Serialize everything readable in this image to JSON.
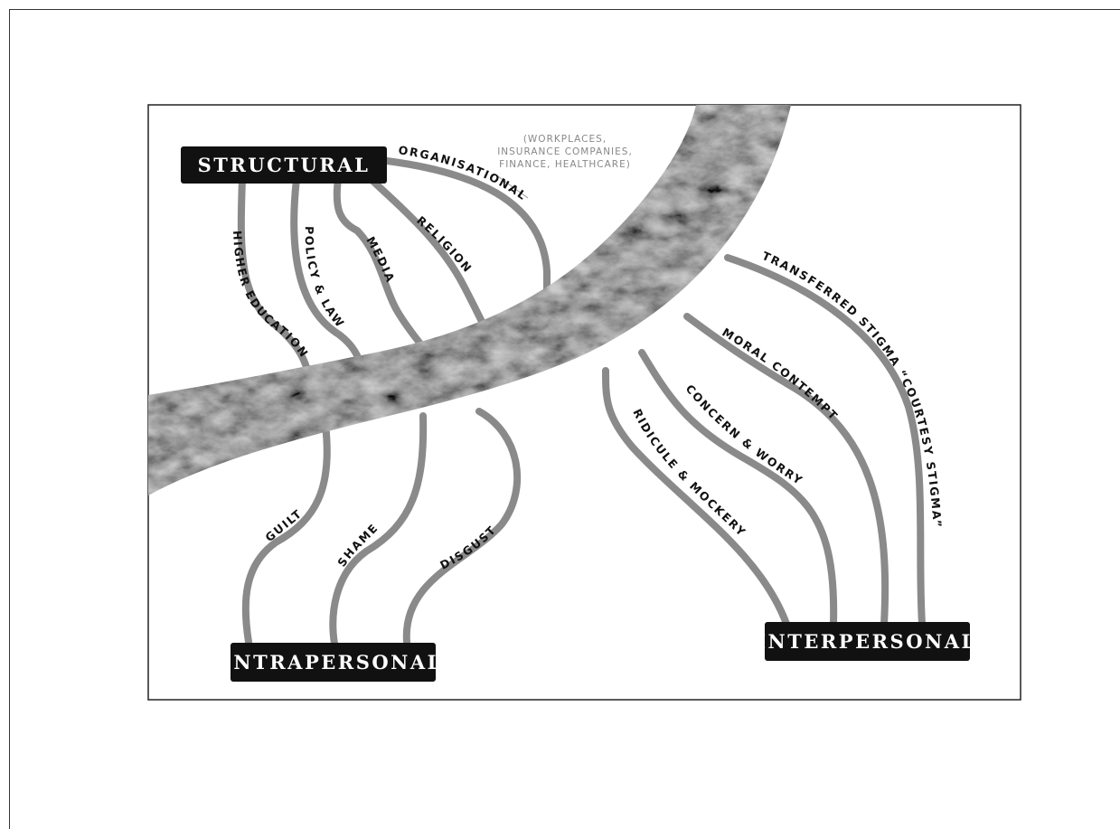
{
  "nodes": {
    "structural": "STRUCTURAL",
    "intrapersonal": "INTRAPERSONAL",
    "interpersonal": "INTERPERSONAL"
  },
  "paths": {
    "higher_education": "HIGHER EDUCATION",
    "policy_law": "POLICY & LAW",
    "media": "MEDIA",
    "religion": "RELIGION",
    "organisational": "ORGANISATIONAL",
    "guilt": "GUILT",
    "shame": "SHAME",
    "disgust": "DISGUST",
    "ridicule_mockery": "RIDICULE & MOCKERY",
    "concern_worry": "CONCERN & WORRY",
    "moral_contempt": "MORAL CONTEMPT",
    "transferred_stigma": "TRANSFERRED STIGMA “COURTESY STIGMA”"
  },
  "note": {
    "line1": "(WORKPLACES,",
    "line2": "INSURANCE COMPANIES,",
    "line3": "FINANCE, HEALTHCARE)"
  },
  "colors": {
    "node_fill": "#111111",
    "connector": "#8a8a8a",
    "river_dark": "#3a3a3a",
    "river_light": "#9a9a9a"
  }
}
